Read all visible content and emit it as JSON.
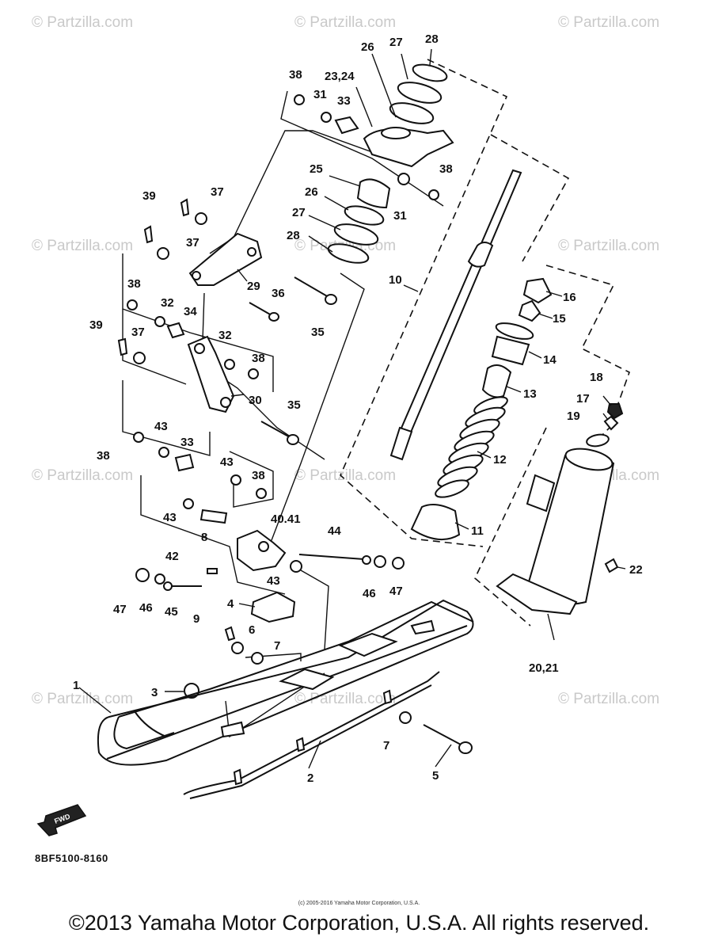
{
  "watermark": "© Partzilla.com",
  "diagram_code": "8BF5100-8160",
  "fwd_label": "FWD",
  "small_copyright": "(c) 2005-2016 Yamaha Motor Corporation, U.S.A.",
  "copyright": "©2013 Yamaha Motor Corporation, U.S.A. All rights reserved.",
  "callouts": {
    "c1": "1",
    "c2": "2",
    "c3": "3",
    "c4": "4",
    "c5": "5",
    "c6": "6",
    "c7a": "7",
    "c7b": "7",
    "c8": "8",
    "c9": "9",
    "c10": "10",
    "c11": "11",
    "c12": "12",
    "c13": "13",
    "c14": "14",
    "c15": "15",
    "c16": "16",
    "c17": "17",
    "c18": "18",
    "c19": "19",
    "c20_21": "20,21",
    "c22": "22",
    "c23_24": "23,24",
    "c25": "25",
    "c26a": "26",
    "c26b": "26",
    "c27a": "27",
    "c27b": "27",
    "c28a": "28",
    "c28b": "28",
    "c29": "29",
    "c30": "30",
    "c31a": "31",
    "c31b": "31",
    "c32a": "32",
    "c32b": "32",
    "c33a": "33",
    "c33b": "33",
    "c34": "34",
    "c35a": "35",
    "c35b": "35",
    "c36": "36",
    "c37a": "37",
    "c37b": "37",
    "c37c": "37",
    "c38a": "38",
    "c38b": "38",
    "c38c": "38",
    "c38d": "38",
    "c38e": "38",
    "c38f": "38",
    "c39a": "39",
    "c39b": "39",
    "c40_41": "40.41",
    "c42": "42",
    "c43a": "43",
    "c43b": "43",
    "c43c": "43",
    "c43d": "43",
    "c44": "44",
    "c45": "45",
    "c46a": "46",
    "c46b": "46",
    "c47a": "47",
    "c47b": "47"
  }
}
